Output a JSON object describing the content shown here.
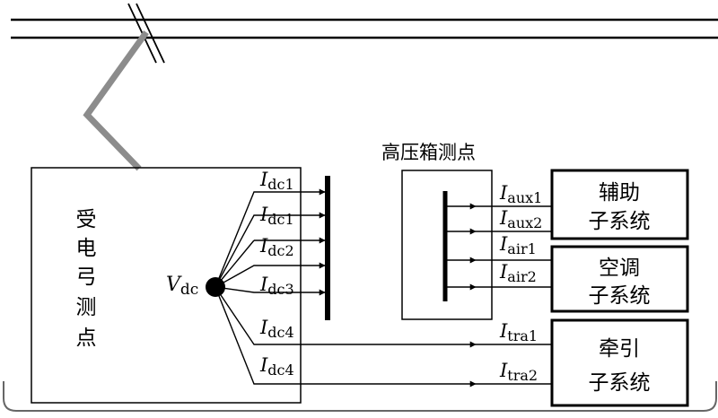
{
  "measurement_point_pantograph": [
    "受",
    "电",
    "弓",
    "测",
    "点"
  ],
  "measurement_point_hv_box": "高压箱测点",
  "voltage": {
    "symbol": "V",
    "subscript": "dc"
  },
  "dc_currents": [
    {
      "symbol": "I",
      "subscript": "dc1"
    },
    {
      "symbol": "I",
      "subscript": "dc1"
    },
    {
      "symbol": "I",
      "subscript": "dc2"
    },
    {
      "symbol": "I",
      "subscript": "dc3"
    },
    {
      "symbol": "I",
      "subscript": "dc4"
    },
    {
      "symbol": "I",
      "subscript": "dc4"
    }
  ],
  "subsystem_currents": [
    {
      "symbol": "I",
      "subscript": "aux1"
    },
    {
      "symbol": "I",
      "subscript": "aux2"
    },
    {
      "symbol": "I",
      "subscript": "air1"
    },
    {
      "symbol": "I",
      "subscript": "air2"
    },
    {
      "symbol": "I",
      "subscript": "tra1"
    },
    {
      "symbol": "I",
      "subscript": "tra2"
    }
  ],
  "subsystems": [
    {
      "line1": "辅助",
      "line2": "子系统"
    },
    {
      "line1": "空调",
      "line2": "子系统"
    },
    {
      "line1": "牵引",
      "line2": "子系统"
    }
  ]
}
